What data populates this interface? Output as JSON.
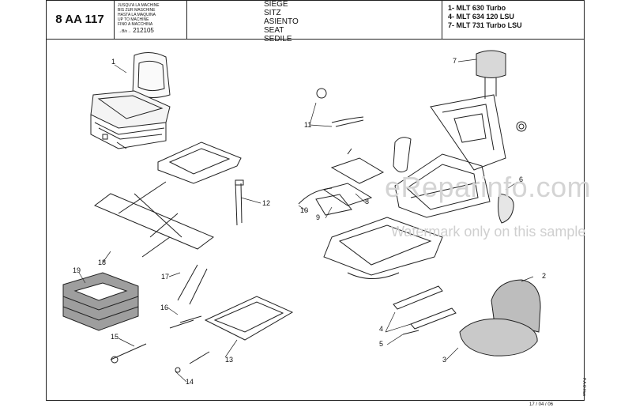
{
  "header": {
    "ref_code": "8 AA 117",
    "notes": [
      "JUSQU'A LA MACHINE",
      "BIS ZUR MASCHINE",
      "HASTA LA MAQUINA",
      "UP TO MACHINE",
      "FINO A MACCHINA"
    ],
    "serial_label": "→Bis→",
    "serial_number": "212105",
    "title_lines": [
      "SIEGE",
      "SITZ",
      "ASIENTO",
      "SEAT",
      "SEDILE"
    ],
    "models": [
      "1- MLT 630 Turbo",
      "4- MLT 634 120 LSU",
      "7- MLT 731 Turbo LSU"
    ]
  },
  "callouts": [
    "1",
    "2",
    "3",
    "4",
    "5",
    "6",
    "7",
    "8",
    "9",
    "10",
    "11",
    "12",
    "13",
    "14",
    "15",
    "16",
    "17",
    "18",
    "19"
  ],
  "watermark": {
    "site": "eReparinfo.com",
    "notice": "Watermark only on this sample"
  },
  "footer": {
    "date": "17 / 04 / 06",
    "side_text": "P.A.O.Ilius"
  }
}
